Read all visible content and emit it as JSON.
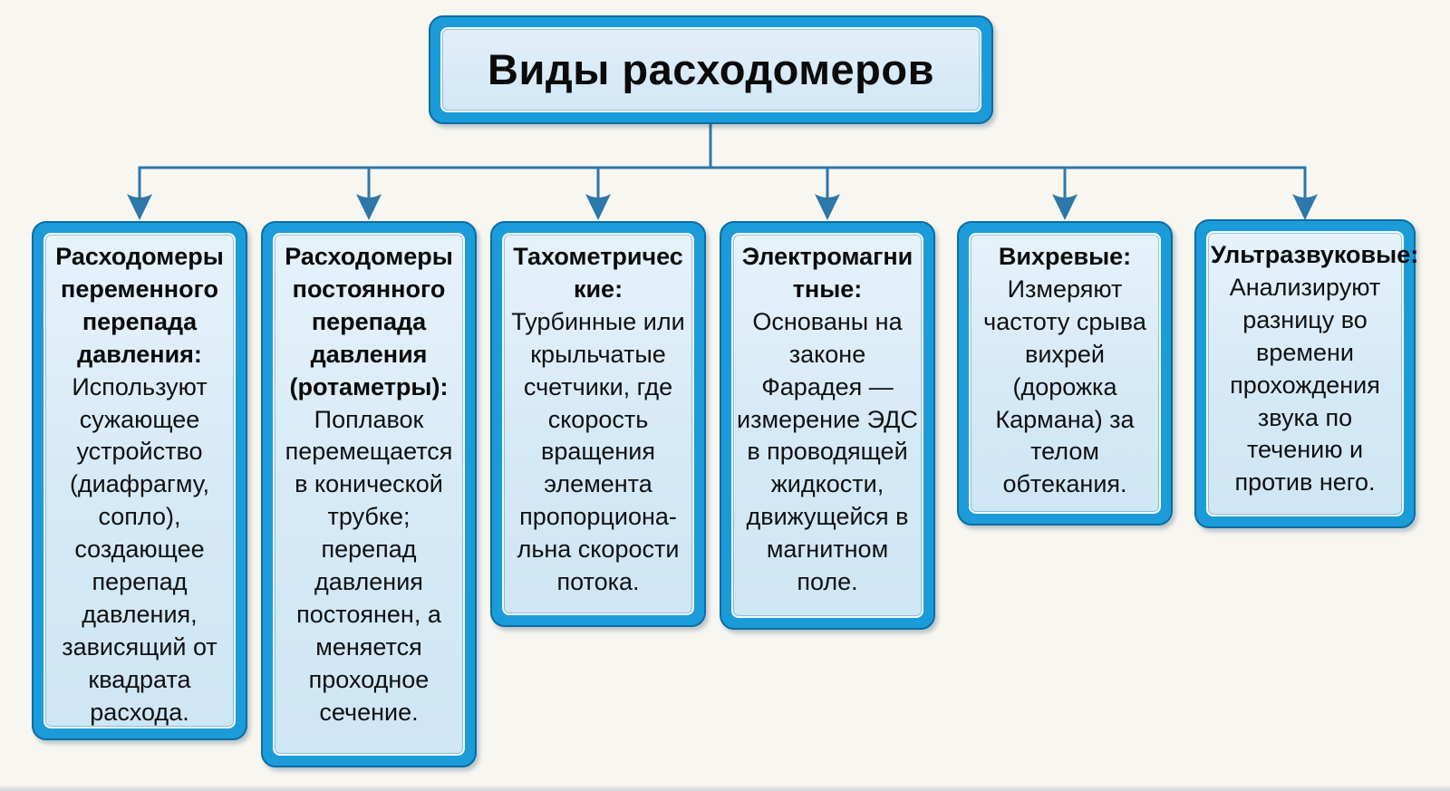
{
  "title": {
    "label": "Виды расходомеров"
  },
  "colors": {
    "background": "#f8f6f1",
    "box_border_bright": "#1b9cd9",
    "box_border_dark": "#0d6da1",
    "box_fill": "#d5e9f6",
    "connector": "#2d77ab",
    "text": "#0b0b0b"
  },
  "boxes": [
    {
      "header": "Расходомеры переменного перепада давления:",
      "body": "Используют сужающее устройство (диафрагму, сопло), создающее перепад давления, зависящий от квадрата расхода."
    },
    {
      "header": "Расходомеры постоянного перепада давления (ротаметры):",
      "body": "Поплавок перемещается в конической трубке; перепад давления постоянен, а меняется проходное сечение."
    },
    {
      "header": "Тахометричес​кие:",
      "body": "Турбинные или крыльчатые счетчики, где скорость вращения элемента пропорциона-льна скорости потока."
    },
    {
      "header": "Электромагни​тные:",
      "body": "Основаны на законе Фарадея — измерение ЭДС в проводящей жидкости, движущейся в магнитном поле."
    },
    {
      "header": "Вихревые:",
      "body": "Измеряют частоту срыва вихрей (дорожка Кармана) за телом обтекания."
    },
    {
      "header": "Ультразвуковые:",
      "body": "Анализируют разницу во времени прохождения звука по течению и против него."
    }
  ]
}
